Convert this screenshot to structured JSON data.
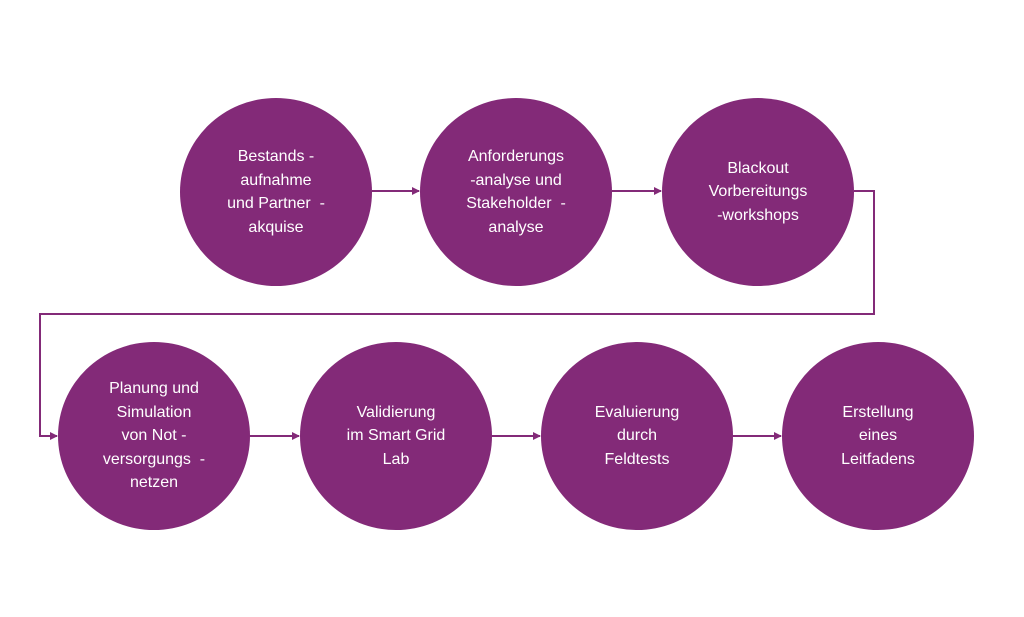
{
  "colors": {
    "node_fill": "#832a78",
    "connector": "#832a78",
    "node_text": "#ffffff",
    "background": "#ffffff"
  },
  "nodes": [
    {
      "lines": [
        "Bestands -",
        "aufnahme",
        "und Partner  -",
        "akquise"
      ]
    },
    {
      "lines": [
        "Anforderungs",
        "-analyse und",
        "Stakeholder  -",
        "analyse"
      ]
    },
    {
      "lines": [
        "Blackout",
        "Vorbereitungs",
        "-workshops"
      ]
    },
    {
      "lines": [
        "Planung und",
        "Simulation",
        "von Not -",
        "versorgungs  -",
        "netzen"
      ]
    },
    {
      "lines": [
        "Validierung",
        "im Smart Grid",
        "Lab"
      ]
    },
    {
      "lines": [
        "Evaluierung",
        "durch",
        "Feldtests"
      ]
    },
    {
      "lines": [
        "Erstellung",
        "eines",
        "Leitfadens"
      ]
    }
  ]
}
